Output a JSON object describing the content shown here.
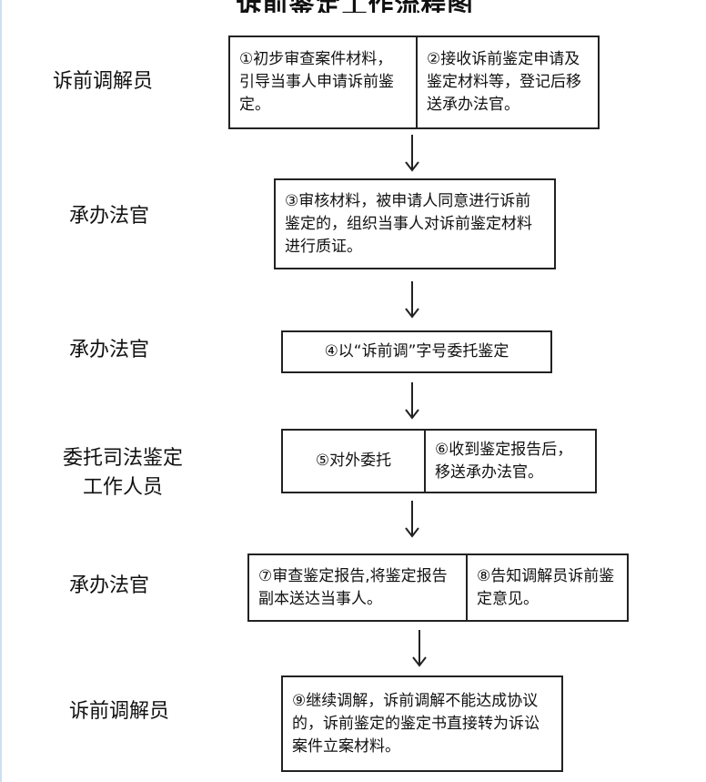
{
  "title": "诉前鉴定工作流程图",
  "roles": {
    "r1": "诉前调解员",
    "r2": "承办法官",
    "r3": "承办法官",
    "r4": "委托司法鉴定工作人员",
    "r5": "承办法官",
    "r6": "诉前调解员"
  },
  "steps": {
    "s1": "①初步审查案件材料，引导当事人申请诉前鉴定。",
    "s2": "②接收诉前鉴定申请及鉴定材料等，登记后移送承办法官。",
    "s3": "③审核材料，被申请人同意进行诉前鉴定的，组织当事人对诉前鉴定材料进行质证。",
    "s4": "④以“诉前调”字号委托鉴定",
    "s5": "⑤对外委托",
    "s6": "⑥收到鉴定报告后，移送承办法官。",
    "s7": "⑦审查鉴定报告,将鉴定报告副本送达当事人。",
    "s8": "⑧告知调解员诉前鉴定意见。",
    "s9": "⑨继续调解，诉前调解不能达成协议的，诉前鉴定的鉴定书直接转为诉讼案件立案材料。"
  }
}
